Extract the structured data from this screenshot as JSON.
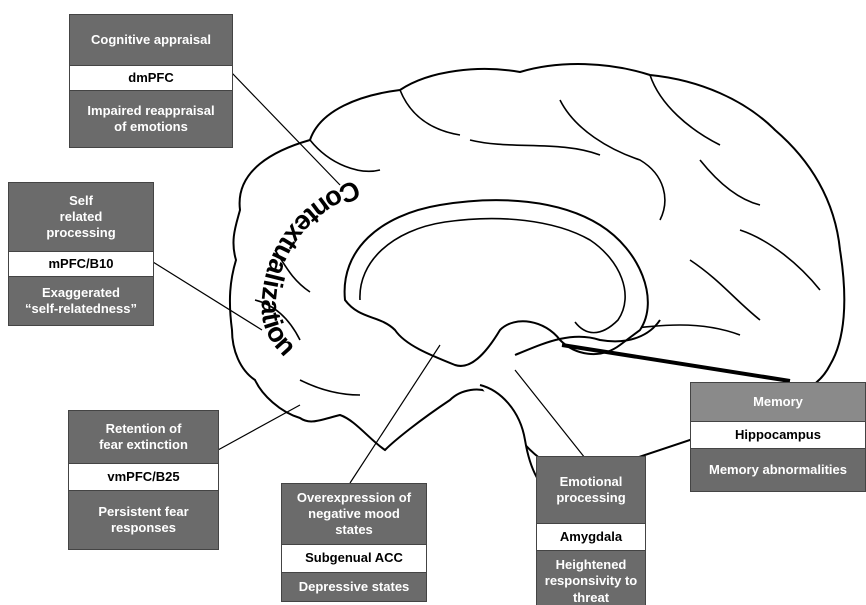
{
  "arc_label": "Contextualization",
  "boxes": [
    {
      "id": "dmpfc",
      "function": "Cognitive appraisal",
      "region": "dmPFC",
      "dysfunction": "Impaired reappraisal\nof emotions"
    },
    {
      "id": "mpfc",
      "function": "Self\nrelated\nprocessing",
      "region": "mPFC/B10",
      "dysfunction": "Exaggerated\n“self-relatedness”"
    },
    {
      "id": "vmpfc",
      "function": "Retention of\nfear extinction",
      "region": "vmPFC/B25",
      "dysfunction": "Persistent fear\nresponses"
    },
    {
      "id": "acc",
      "function": "Overexpression of\nnegative mood\nstates",
      "region": "Subgenual ACC",
      "dysfunction": "Depressive states"
    },
    {
      "id": "amygdala",
      "function": "Emotional\nprocessing",
      "region": "Amygdala",
      "dysfunction": "Heightened\nresponsivity to\nthreat"
    },
    {
      "id": "hippocampus",
      "function": "Memory",
      "region": "Hippocampus",
      "dysfunction": "Memory abnormalities"
    }
  ]
}
